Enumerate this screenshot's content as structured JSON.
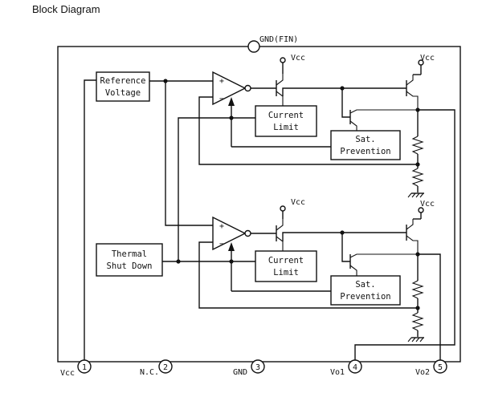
{
  "title": "Block Diagram",
  "gnd_fin_label": "GND(FIN)",
  "blocks": {
    "reference": [
      "Reference",
      "Voltage"
    ],
    "thermal": [
      "Thermal",
      "Shut Down"
    ],
    "current_limit": [
      "Current",
      "Limit"
    ],
    "sat_prevention": [
      "Sat.",
      "Prevention"
    ]
  },
  "vcc_label": "Vcc",
  "opamp_plus": "+",
  "opamp_minus": "−",
  "pins": [
    {
      "number": "1",
      "label": "Vcc"
    },
    {
      "number": "2",
      "label": "N.C."
    },
    {
      "number": "3",
      "label": "GND"
    },
    {
      "number": "4",
      "label": "Vo1"
    },
    {
      "number": "5",
      "label": "Vo2"
    }
  ]
}
